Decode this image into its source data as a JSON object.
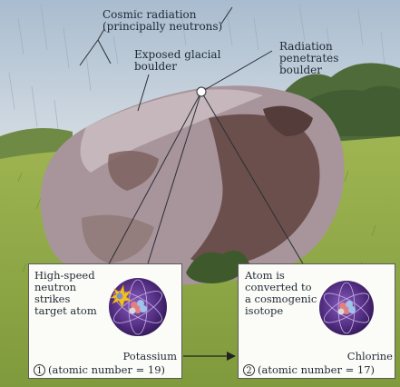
{
  "labels": {
    "cosmic_radiation": [
      "Cosmic radiation",
      "(principally neutrons)"
    ],
    "exposed_boulder": [
      "Exposed glacial",
      "boulder"
    ],
    "radiation_penetrates": [
      "Radiation",
      "penetrates",
      "boulder"
    ]
  },
  "steps": [
    {
      "number": "1",
      "description": [
        "High-speed",
        "neutron",
        "strikes",
        "target atom"
      ],
      "element": "Potassium",
      "atomic_number": "(atomic number = 19)"
    },
    {
      "number": "2",
      "description": [
        "Atom is",
        "converted to",
        "a cosmogenic",
        "isotope"
      ],
      "element": "Chlorine",
      "atomic_number": "(atomic number = 17)"
    }
  ],
  "colors": {
    "sky": "#b7c6d6",
    "grass": "#8da343",
    "boulder": "#9e8a89",
    "boulder_shadow": "#5d4644",
    "atom_purple": "#5a2e86"
  }
}
